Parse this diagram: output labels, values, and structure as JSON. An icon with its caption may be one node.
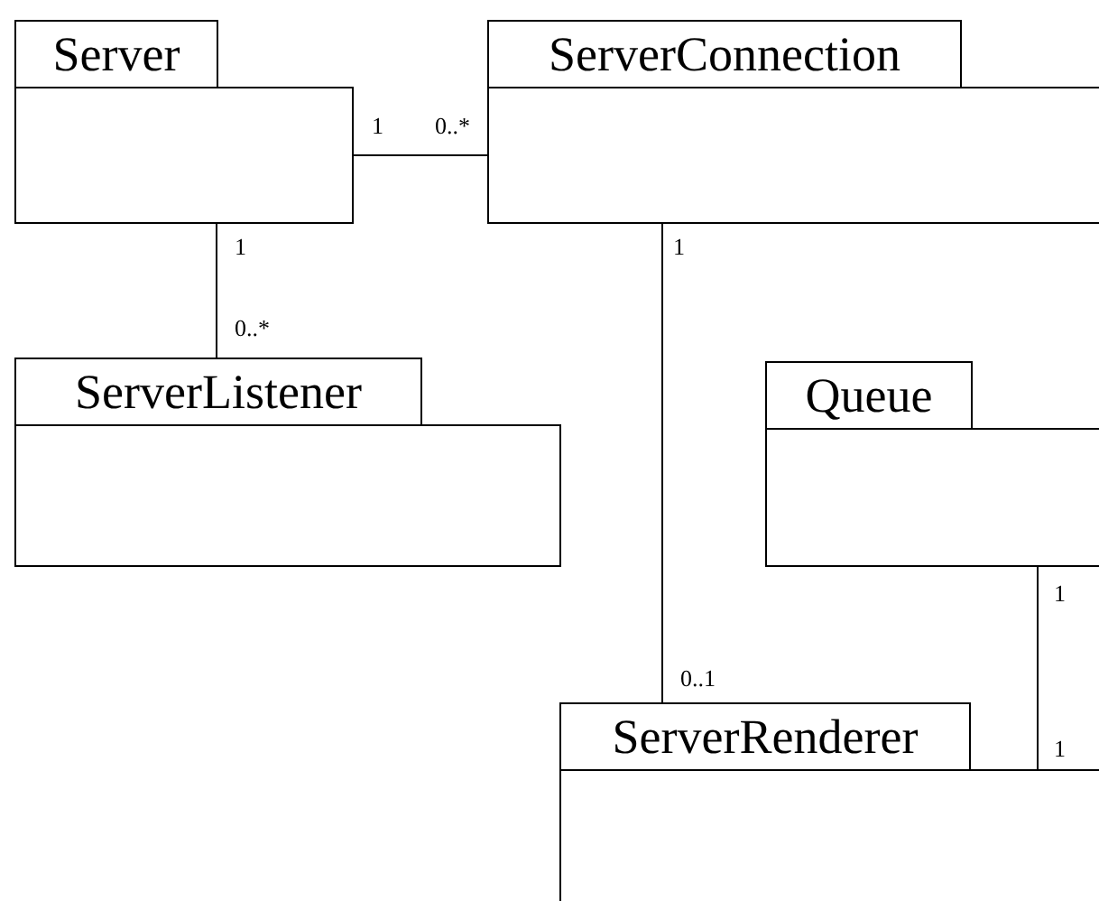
{
  "diagram": {
    "nodes": [
      {
        "text": [
          "Server"
        ]
      },
      {
        "text": [
          "ServerConnection"
        ]
      },
      {
        "text": [
          "ServerListener"
        ]
      },
      {
        "text": [
          "Queue"
        ]
      },
      {
        "text": [
          "ServerRenderer"
        ]
      }
    ],
    "edges": [
      {
        "from": 0,
        "to": 1,
        "arrow": "none"
      },
      {
        "from": 0,
        "to": 2,
        "arrow": "none"
      },
      {
        "from": 1,
        "to": 4,
        "arrow": "none"
      },
      {
        "from": 3,
        "to": 4,
        "arrow": "none"
      }
    ],
    "labels": [
      "1",
      "0..*",
      "1",
      "1",
      "0..*",
      "1",
      "0..1",
      "1"
    ]
  }
}
